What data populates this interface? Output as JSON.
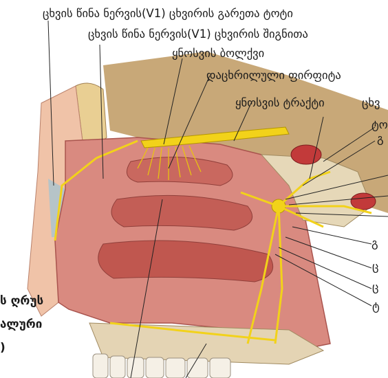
{
  "labels": {
    "l1": "ცხვის წინა ნერვის(V1) ცხვირის გარეთა ტოტი",
    "l2": "ცხვის წინა ნერვის(V1) ცხვირის შიგნითა",
    "l3": "ყნოსვის ბოლქვი",
    "l4": "დაცხრილული ფირფიტა",
    "l5": "ყნოსვის ტრაქტი",
    "l5b": "ცხვ",
    "r1": "ტო",
    "r2": "გ",
    "r3": "გ",
    "r4": "ც",
    "r5": "ც",
    "r6": "ტ",
    "left_top": "ს ღრუს",
    "left_mid": "ალური",
    "left_bot": ")"
  },
  "colors": {
    "nerve": "#f2d21a",
    "mucosa": "#d97a74",
    "mucosa_dark": "#b85550",
    "bone": "#e8dcc0",
    "skin": "#f0b090",
    "background": "#ffffff"
  }
}
